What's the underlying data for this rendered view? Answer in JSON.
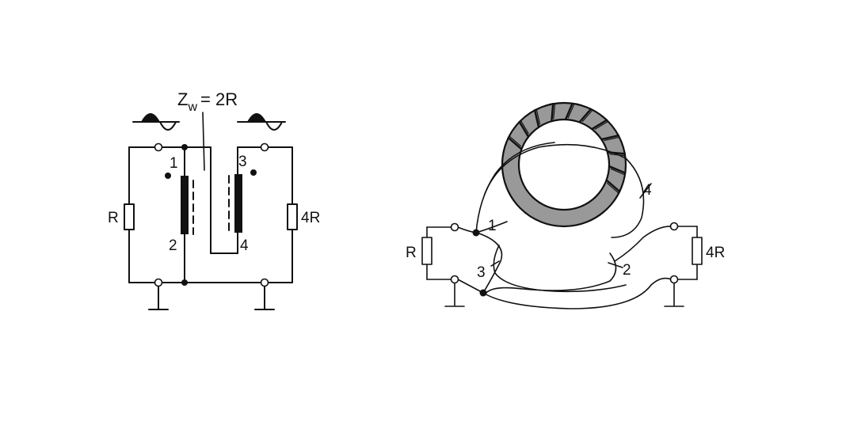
{
  "schematic": {
    "impedance_label": "Z",
    "impedance_subscript": "w",
    "impedance_value": "= 2R",
    "left_resistor": "R",
    "right_resistor": "4R",
    "pin_1": "1",
    "pin_2": "2",
    "pin_3": "3",
    "pin_4": "4"
  },
  "toroid": {
    "left_resistor": "R",
    "right_resistor": "4R",
    "wire_1": "1",
    "wire_2": "2",
    "wire_3": "3",
    "wire_4": "4"
  }
}
